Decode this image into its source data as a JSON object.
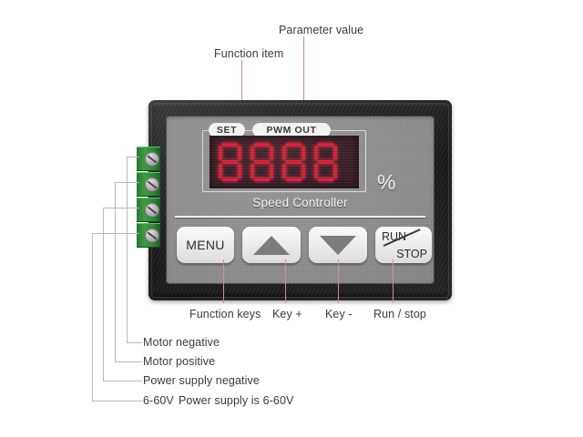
{
  "figure": {
    "subject": "DC motor PWM speed controller module",
    "background_color": "#ffffff"
  },
  "device": {
    "brand_text": "Speed Controller",
    "unit_symbol": "%",
    "indicators": [
      {
        "id": "set",
        "label": "SET"
      },
      {
        "id": "pwm_out",
        "label": "PWM OUT"
      }
    ],
    "display": {
      "digits": "8888",
      "digit_count": 4,
      "led_color": "#d1253a",
      "window_color": "#3a2028"
    },
    "buttons": [
      {
        "id": "menu",
        "label": "MENU",
        "icon": ""
      },
      {
        "id": "up",
        "label": "",
        "icon": "triangle-up-icon"
      },
      {
        "id": "down",
        "label": "",
        "icon": "triangle-down-icon"
      },
      {
        "id": "run_stop",
        "label_top": "RUN",
        "label_bottom": "STOP",
        "icon": "slash-divider-icon"
      }
    ],
    "terminals": [
      {
        "id": "t1",
        "name": "motor-negative"
      },
      {
        "id": "t2",
        "name": "motor-positive"
      },
      {
        "id": "t3",
        "name": "power-supply-negative"
      },
      {
        "id": "t4",
        "name": "power-supply-positive"
      }
    ],
    "colors": {
      "bezel": "#19191b",
      "faceplate": "#8c8c8c",
      "terminal_green": "#2f8036",
      "button_face": "#eaeaea"
    }
  },
  "callouts": {
    "top": [
      {
        "id": "function-item",
        "text": "Function item"
      },
      {
        "id": "parameter-value",
        "text": "Parameter value"
      }
    ],
    "bottom": [
      {
        "id": "function-keys",
        "text": "Function keys"
      },
      {
        "id": "key-plus",
        "text": "Key +"
      },
      {
        "id": "key-minus",
        "text": "Key -"
      },
      {
        "id": "run-stop",
        "text": "Run / stop"
      }
    ],
    "left": [
      {
        "id": "motor-negative",
        "text": "Motor negative"
      },
      {
        "id": "motor-positive",
        "text": "Motor positive"
      },
      {
        "id": "power-supply-negative",
        "text": "Power supply negative"
      },
      {
        "id": "power-supply-positive",
        "text": "6-60V",
        "note": "Power supply is 6-60V"
      }
    ]
  }
}
